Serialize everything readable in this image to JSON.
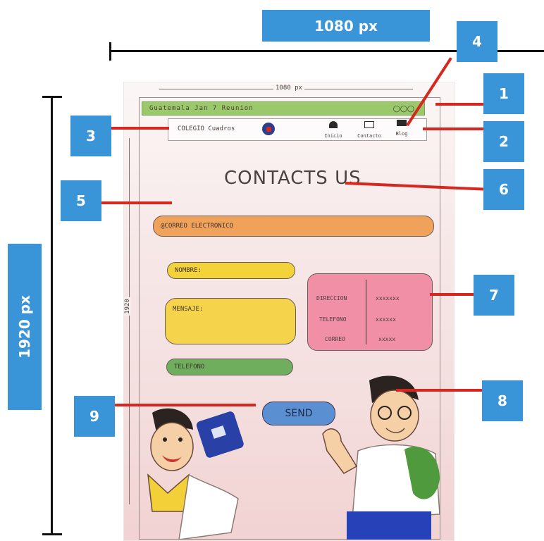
{
  "annotations": {
    "width_label": "1080 px",
    "height_label": "1920 px",
    "callouts": [
      "1",
      "2",
      "3",
      "4",
      "5",
      "6",
      "7",
      "8",
      "9"
    ]
  },
  "sketch": {
    "inner_width_label": "1080 px",
    "inner_height_label": "1920",
    "top_bar_text": "Guatemala Jan 7 Reunion",
    "logo_text": "COLEGIO Cuadros",
    "nav_items": [
      "Inicio",
      "Contacto",
      "Blog"
    ],
    "title": "CONTACTS US",
    "email_field": "@CORREO ELECTRONICO",
    "name_field": "NOMBRE:",
    "message_field": "MENSAJE:",
    "extra_field": "TELEFONO",
    "info_card": {
      "labels": [
        "DIRECCION",
        "TELEFONO",
        "CORREO"
      ],
      "values": [
        "xxxxxxx",
        "xxxxxx",
        "xxxxx"
      ]
    },
    "send_button": "SEND"
  },
  "colors": {
    "callout_blue": "#3a95d8",
    "leader_red": "#d6281e",
    "top_bar_green": "#9bc86a",
    "email_orange": "#f0a25a",
    "name_yellow": "#f3d23a",
    "extra_green": "#6fae5c",
    "info_pink": "#f08fa6",
    "send_blue": "#5a8fd2"
  }
}
